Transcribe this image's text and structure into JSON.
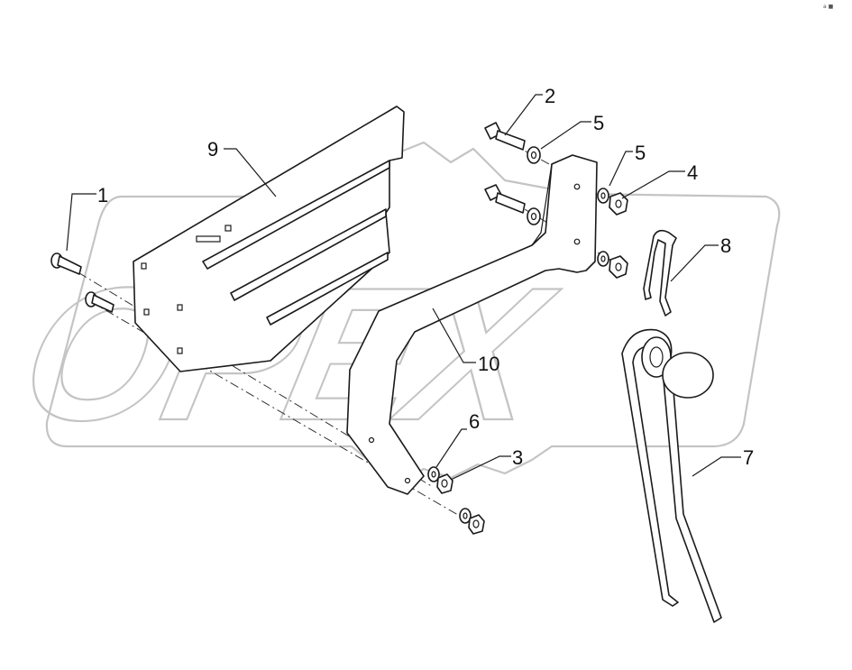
{
  "corner_mark": "a ■",
  "watermark_text": "OPEX",
  "callouts": [
    {
      "id": "1",
      "label": "1"
    },
    {
      "id": "2",
      "label": "2"
    },
    {
      "id": "3",
      "label": "3"
    },
    {
      "id": "4",
      "label": "4"
    },
    {
      "id": "5a",
      "label": "5"
    },
    {
      "id": "5b",
      "label": "5"
    },
    {
      "id": "6",
      "label": "6"
    },
    {
      "id": "7",
      "label": "7"
    },
    {
      "id": "8",
      "label": "8"
    },
    {
      "id": "9",
      "label": "9"
    },
    {
      "id": "10",
      "label": "10"
    }
  ]
}
